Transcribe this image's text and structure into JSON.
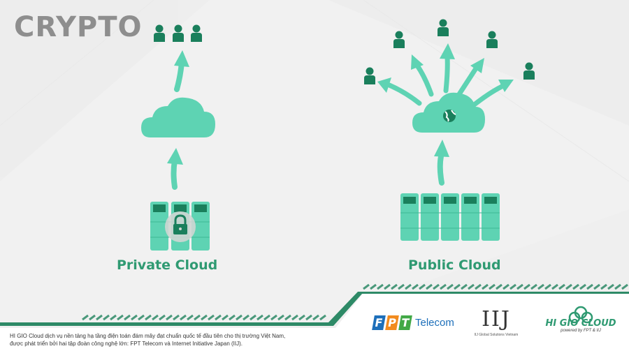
{
  "watermark": "CRYPTO",
  "private_cloud": {
    "title": "Private Cloud"
  },
  "public_cloud": {
    "title": "Public Cloud"
  },
  "footer": {
    "line1": "HI GIO Cloud dịch vụ nền tảng hạ tầng điện toán đám mây đạt chuẩn quốc tế đầu tiên cho thị trường Việt Nam,",
    "line2": "được phát triển bởi hai tập đoàn công nghệ lớn: FPT Telecom và Internet Initiative Japan (IIJ)."
  },
  "logos": {
    "fpt": {
      "letters": [
        "F",
        "P",
        "T"
      ],
      "letter_colors": [
        "#1d6fba",
        "#f28b1e",
        "#42a846"
      ],
      "name": "Telecom"
    },
    "iij": {
      "mark": "IIJ",
      "subtitle": "IIJ Global Solutions Vietnam"
    },
    "higio": {
      "name": "HI GIO CLOUD",
      "tagline": "powered by FPT & IIJ"
    }
  },
  "colors": {
    "mint": "#5ed3b3",
    "dark_green": "#1a7f5c",
    "title_green": "#2f9a72",
    "background": "#f1f1f1"
  },
  "icons": [
    "cloud-icon",
    "lock-icon",
    "globe-icon",
    "server-rack-icon",
    "person-icon",
    "arrow-up-icon"
  ]
}
